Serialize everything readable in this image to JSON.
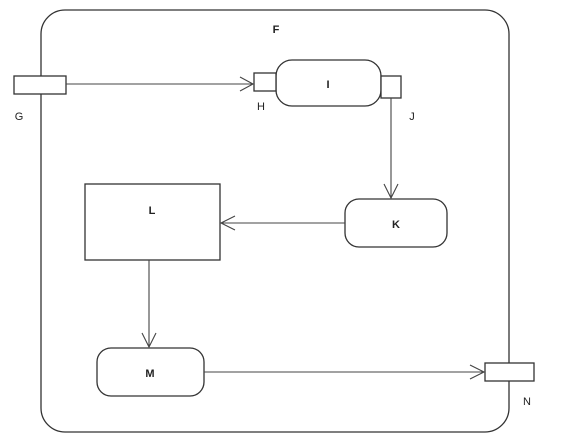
{
  "diagram": {
    "container": {
      "label": "F"
    },
    "pins": {
      "g": {
        "label": "G"
      },
      "h": {
        "label": "H"
      },
      "j": {
        "label": "J"
      },
      "n": {
        "label": "N"
      }
    },
    "nodes": {
      "i": {
        "label": "I"
      },
      "k": {
        "label": "K"
      },
      "l": {
        "label": "L"
      },
      "m": {
        "label": "M"
      }
    }
  }
}
